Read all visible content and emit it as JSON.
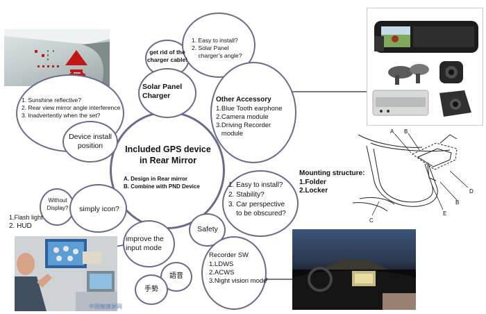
{
  "center": {
    "title": [
      "Included GPS device",
      "in Rear Mirror"
    ],
    "points": [
      "A. Design in Rear mirror",
      "B. Combine with PND Device"
    ]
  },
  "nodes": {
    "charger": [
      "get rid of the",
      "charger cable!"
    ],
    "solar_questions": [
      "1. Easy to install?",
      "2. Solar Panel",
      "    charger’s angle?"
    ],
    "solar_panel": [
      "Solar Panel",
      "Charger"
    ],
    "accessory": {
      "title": "Other Accessory",
      "items": [
        "1.Blue Tooth earphone",
        "2.Camera module",
        "3.Driving Recorder",
        "   module"
      ]
    },
    "install_issues": [
      "1. Sunshine reflective?",
      "2. Rear view mirror angle interference",
      "3. Inadvertently when the set?"
    ],
    "install_position": [
      "Device install",
      "position"
    ],
    "stability": [
      "1. Easy to install?",
      "2. Stability?",
      "3. Car perspective",
      "    to be obscured?"
    ],
    "without_display": [
      "Without",
      "Display?"
    ],
    "simply_icon": "simply icon?",
    "flash": [
      "1.Flash light",
      "2. HUD"
    ],
    "input_mode": [
      "improve the",
      "input mode"
    ],
    "safety": "Safety",
    "recorder": {
      "title": "Recorder SW",
      "items": [
        "1.LDWS",
        "2.ACWS",
        "3.Night vision mode"
      ]
    },
    "voice": "語音",
    "gesture": "手勢"
  },
  "mounting": {
    "title": "Mounting structure:",
    "items": [
      "1.Folder",
      "2.Locker"
    ],
    "letters": [
      "A",
      "B",
      "B",
      "C",
      "D",
      "E"
    ]
  },
  "watermark": "中国触摸屏网",
  "colors": {
    "bubble_border": "#6b6a8c",
    "leader": "#4a4870"
  }
}
